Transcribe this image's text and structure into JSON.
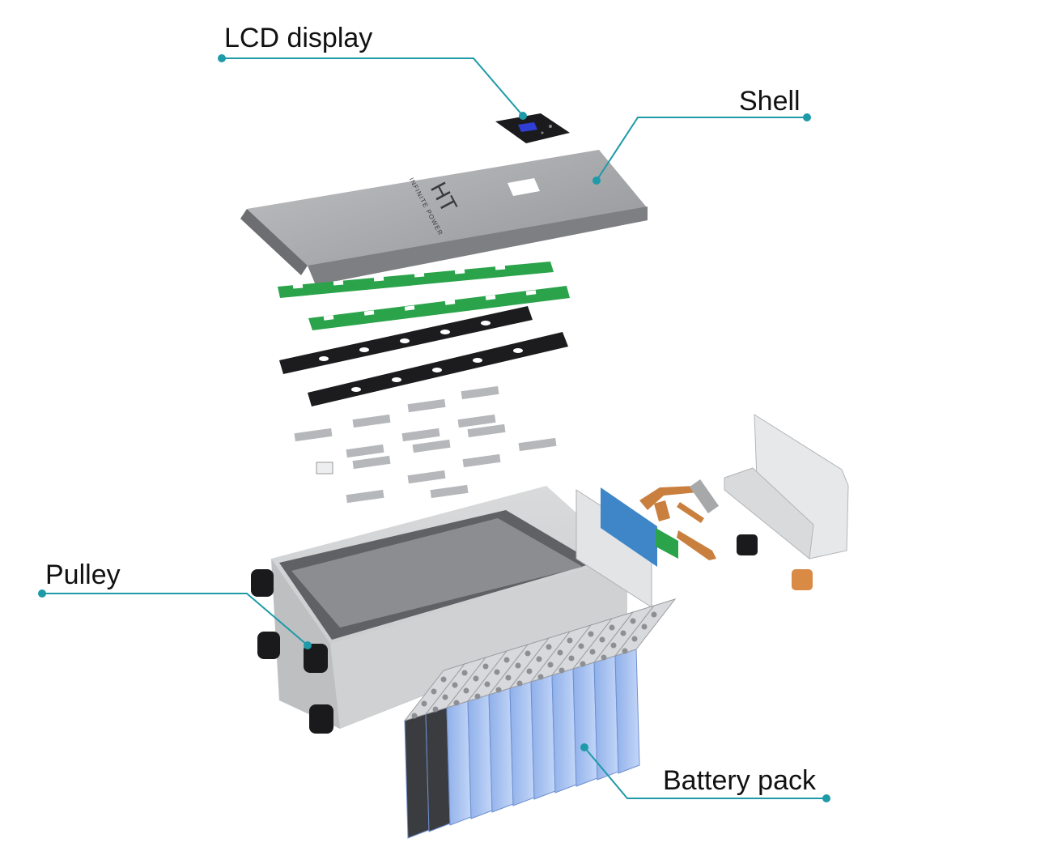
{
  "callouts": {
    "lcd_display": "LCD display",
    "shell": "Shell",
    "pulley": "Pulley",
    "battery_pack": "Battery pack"
  },
  "logo": {
    "mark": "HT",
    "tagline": "INFINITE POWER"
  },
  "colors": {
    "leader_line": "#1e9aa8",
    "pcb_green": "#2aa34a",
    "cell_blue": "#a9c4f2",
    "shell_gray": "#a6a8aa",
    "copper": "#c9803f"
  }
}
